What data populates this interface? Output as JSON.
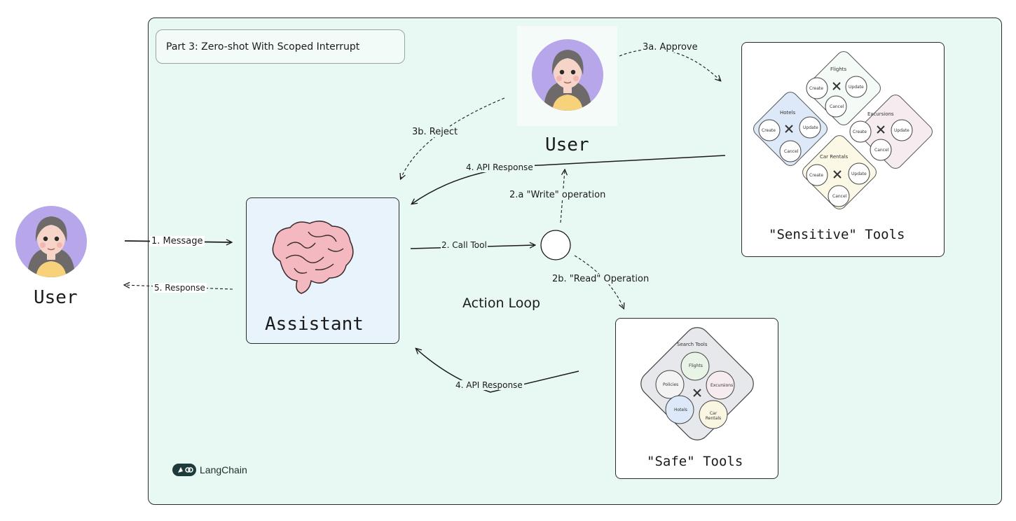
{
  "diagram": {
    "part_title": "Part 3: Zero-shot With Scoped Interrupt",
    "assistant_label": "Assistant",
    "user_left_label": "User",
    "user_top_label": "User",
    "action_loop_label": "Action Loop",
    "sensitive_tools_label": "\"Sensitive\" Tools",
    "safe_tools_label": "\"Safe\" Tools",
    "brand": "LangChain",
    "edges": {
      "message": "1. Message",
      "response": "5. Response",
      "call_tool": "2. Call Tool",
      "write_op": "2.a \"Write\" operation",
      "read_op": "2b. \"Read\" Operation",
      "api_response_top": "4. API Response",
      "api_response_bottom": "4. API Response",
      "approve": "3a. Approve",
      "reject": "3b. Reject"
    },
    "sensitive_groups": {
      "flights": {
        "title": "Flights",
        "create": "Create",
        "update": "Update",
        "cancel": "Cancel"
      },
      "hotels": {
        "title": "Hotels",
        "create": "Create",
        "update": "Update",
        "cancel": "Cancel"
      },
      "excursions": {
        "title": "Excursions",
        "create": "Create",
        "update": "Update",
        "cancel": "Cancel"
      },
      "car_rentals": {
        "title": "Car Rentals",
        "create": "Create",
        "update": "Update",
        "cancel": "Cancel"
      }
    },
    "safe_group": {
      "title": "Search Tools",
      "items": [
        "Flights",
        "Policies",
        "Excursions",
        "Hotels",
        "Car Rentals"
      ]
    },
    "icons": [
      "user-avatar-icon",
      "brain-icon",
      "tools-icon",
      "langchain-logo-icon"
    ],
    "colors": {
      "panel_bg": "#e8f8f2",
      "assistant_bg": "#e9f3fc",
      "avatar_purple": "#b7a6ea",
      "hotels_bg": "#dde8f8",
      "excursions_bg": "#f6ecef",
      "car_rentals_bg": "#fbf8e6",
      "flights_bg": "#f4faf5"
    }
  }
}
